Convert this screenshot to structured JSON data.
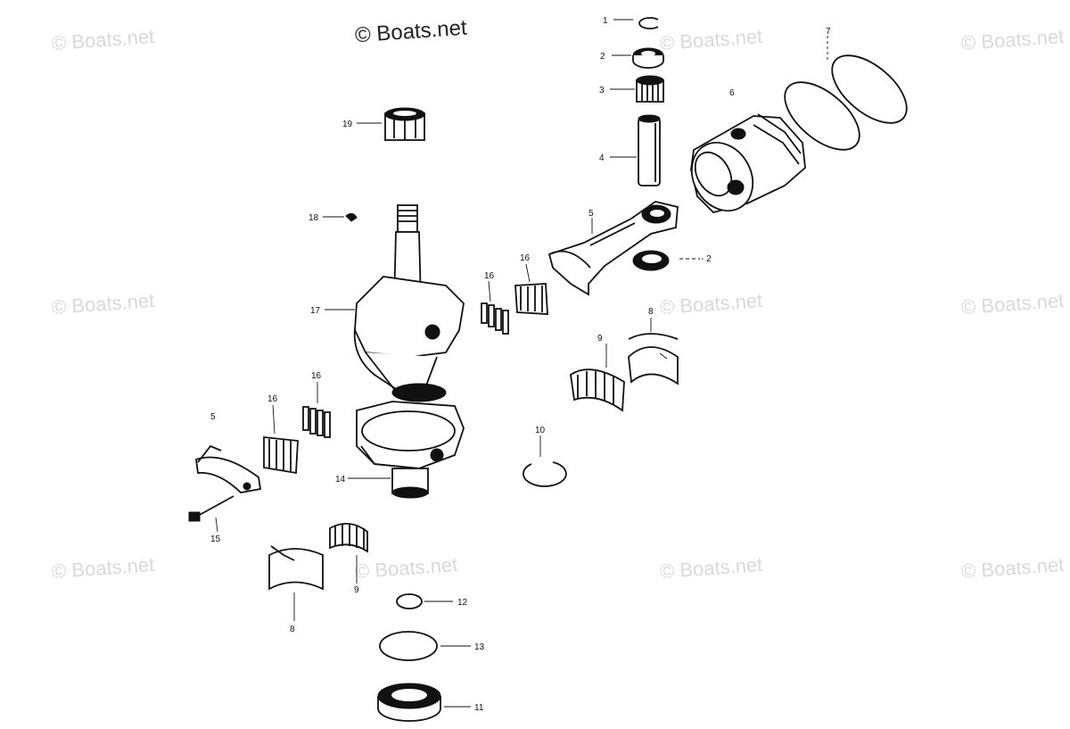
{
  "watermarks": {
    "primary": "© Boats.net",
    "faint": "© Boats.net"
  },
  "callouts": {
    "c1": "1",
    "c2a": "2",
    "c2b": "- 2",
    "c3": "3",
    "c4": "4",
    "c5a": "5",
    "c5b": "5",
    "c6": "6",
    "c7": "7",
    "c8a": "8",
    "c8b": "8",
    "c9a": "9",
    "c9b": "9",
    "c10": "10",
    "c11": "11",
    "c12": "12",
    "c13": "13",
    "c14": "14",
    "c15": "15",
    "c16a": "16",
    "c16b": "16",
    "c16c": "16",
    "c16d": "16",
    "c17": "17",
    "c18": "18",
    "c19": "19"
  }
}
